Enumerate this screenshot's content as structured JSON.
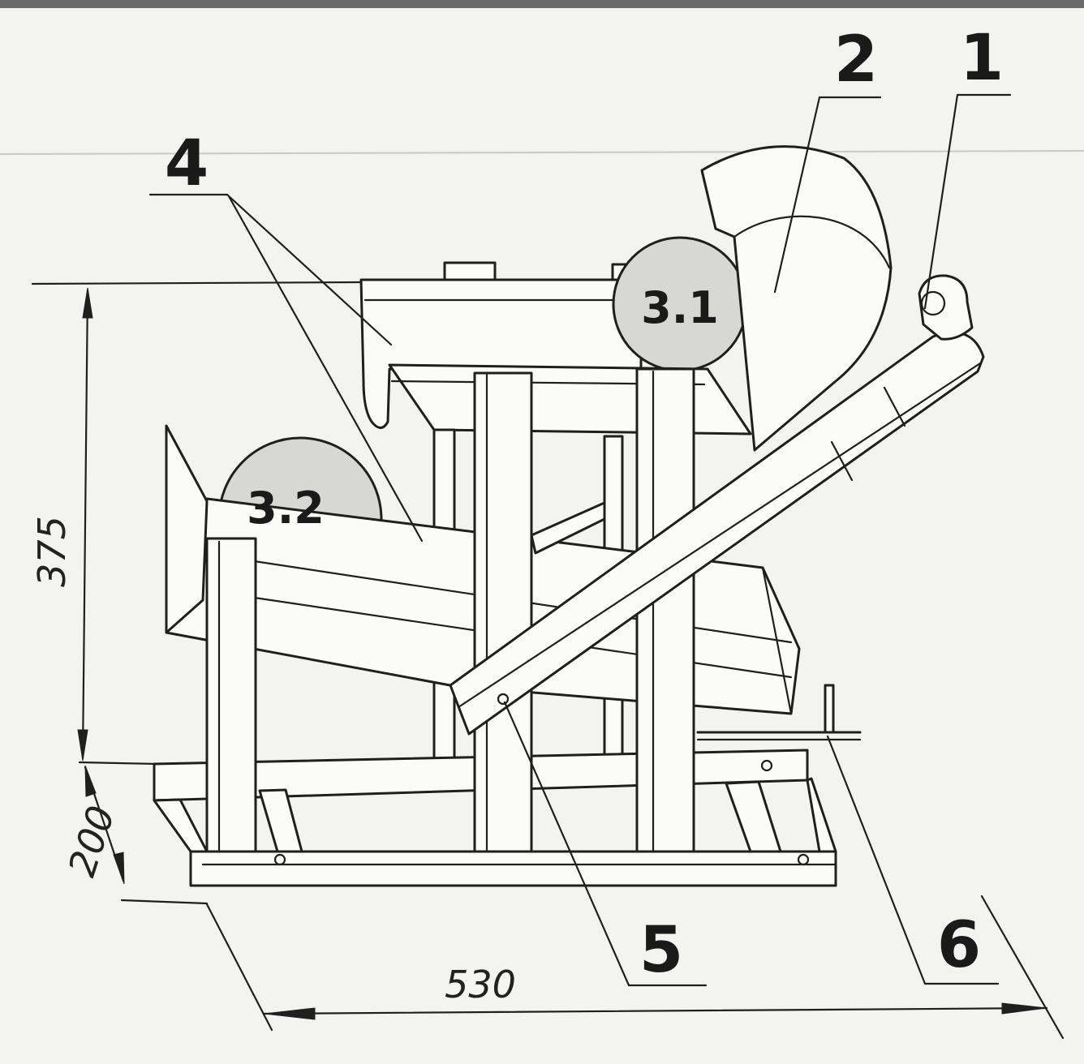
{
  "labels": {
    "part_1": "1",
    "part_2": "2",
    "part_3_1": "3.1",
    "part_3_2": "3.2",
    "part_4": "4",
    "part_5": "5",
    "part_6": "6"
  },
  "dimensions": {
    "height": "375",
    "depth": "200",
    "width": "530"
  },
  "colors": {
    "paper": "#f3f3f1",
    "ink": "#1f1f1f",
    "shade": "#d7d7d5"
  }
}
